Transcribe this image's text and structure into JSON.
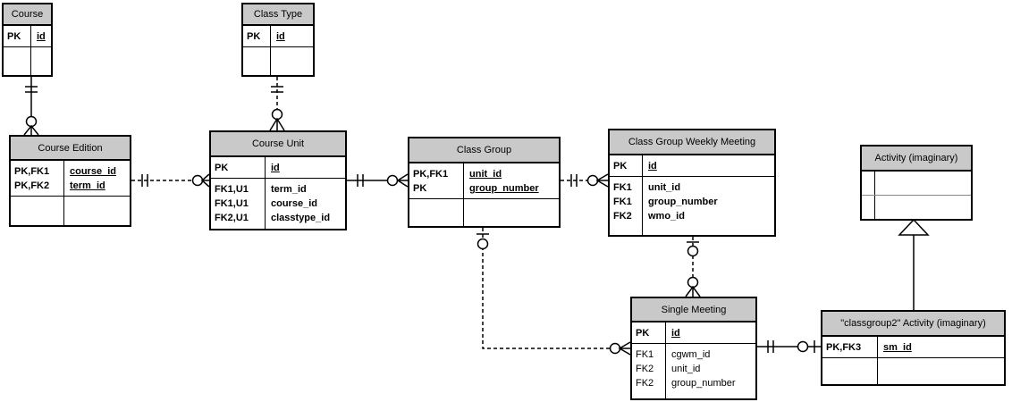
{
  "diagram_type": "entity-relationship-diagram",
  "colors": {
    "entity_header_fill": "#c9c9c9",
    "entity_border": "#000000",
    "connector": "#000000",
    "background": "#ffffff"
  },
  "entities": {
    "course": {
      "title": "Course",
      "sections": [
        [
          {
            "k": "PK",
            "f": "id",
            "b": 1,
            "u": 1
          }
        ],
        [
          {
            "k": "",
            "f": ""
          }
        ]
      ]
    },
    "class_type": {
      "title": "Class Type",
      "sections": [
        [
          {
            "k": "PK",
            "f": "id",
            "b": 1,
            "u": 1
          }
        ],
        [
          {
            "k": "",
            "f": ""
          }
        ]
      ]
    },
    "course_edition": {
      "title": "Course Edition",
      "sections": [
        [
          {
            "k": "PK,FK1",
            "f": "course_id",
            "b": 1,
            "u": 1
          },
          {
            "k": "PK,FK2",
            "f": "term_id",
            "b": 1,
            "u": 1
          }
        ],
        [
          {
            "k": "",
            "f": ""
          }
        ]
      ]
    },
    "course_unit": {
      "title": "Course Unit",
      "sections": [
        [
          {
            "k": "PK",
            "f": "id",
            "b": 1,
            "u": 1
          }
        ],
        [
          {
            "k": "FK1,U1",
            "f": "term_id",
            "b": 1
          },
          {
            "k": "FK1,U1",
            "f": "course_id",
            "b": 1
          },
          {
            "k": "FK2,U1",
            "f": "classtype_id",
            "b": 1
          }
        ]
      ]
    },
    "class_group": {
      "title": "Class Group",
      "sections": [
        [
          {
            "k": "PK,FK1",
            "f": "unit_id",
            "b": 1,
            "u": 1
          },
          {
            "k": "PK",
            "f": "group_number",
            "b": 1,
            "u": 1
          }
        ],
        [
          {
            "k": "",
            "f": ""
          }
        ]
      ]
    },
    "cgwm": {
      "title": "Class Group Weekly Meeting",
      "sections": [
        [
          {
            "k": "PK",
            "f": "id",
            "b": 1,
            "u": 1
          }
        ],
        [
          {
            "k": "FK1",
            "f": "unit_id",
            "b": 1
          },
          {
            "k": "FK1",
            "f": "group_number",
            "b": 1
          },
          {
            "k": "FK2",
            "f": "wmo_id",
            "b": 1
          }
        ]
      ]
    },
    "activity": {
      "title": "Activity (imaginary)",
      "sections": [
        [
          {
            "k": "",
            "f": ""
          }
        ],
        [
          {
            "k": "",
            "f": ""
          }
        ]
      ]
    },
    "single_meeting": {
      "title": "Single Meeting",
      "sections": [
        [
          {
            "k": "PK",
            "f": "id",
            "b": 1,
            "u": 1
          }
        ],
        [
          {
            "k": "FK1",
            "f": "cgwm_id"
          },
          {
            "k": "FK2",
            "f": "unit_id"
          },
          {
            "k": "FK2",
            "f": "group_number"
          }
        ]
      ]
    },
    "classgroup2": {
      "title": "\"classgroup2\" Activity (imaginary)",
      "sections": [
        [
          {
            "k": "PK,FK3",
            "f": "sm_id",
            "b": 1,
            "u": 1
          }
        ],
        [
          {
            "k": "",
            "f": ""
          }
        ]
      ]
    }
  },
  "connectors": [
    {
      "from": "Course",
      "to": "Course Edition",
      "line": "solid",
      "from_end": "exactly-one",
      "to_end": "zero-or-many"
    },
    {
      "from": "Class Type",
      "to": "Course Unit",
      "line": "dashed",
      "from_end": "exactly-one",
      "to_end": "zero-or-many"
    },
    {
      "from": "Course Edition",
      "to": "Course Unit",
      "line": "dashed",
      "from_end": "exactly-one",
      "to_end": "zero-or-many"
    },
    {
      "from": "Course Unit",
      "to": "Class Group",
      "line": "solid",
      "from_end": "exactly-one",
      "to_end": "zero-or-many"
    },
    {
      "from": "Class Group",
      "to": "Class Group Weekly Meeting",
      "line": "dashed",
      "from_end": "exactly-one",
      "to_end": "zero-or-many"
    },
    {
      "from": "Class Group",
      "to": "Single Meeting",
      "line": "dashed",
      "from_end": "zero-or-one",
      "to_end": "zero-or-many"
    },
    {
      "from": "Class Group Weekly Meeting",
      "to": "Single Meeting",
      "line": "dashed",
      "from_end": "zero-or-one",
      "to_end": "zero-or-many"
    },
    {
      "from": "Single Meeting",
      "to": "\"classgroup2\" Activity (imaginary)",
      "line": "solid",
      "from_end": "exactly-one",
      "to_end": "zero-or-one"
    },
    {
      "from": "\"classgroup2\" Activity (imaginary)",
      "to": "Activity (imaginary)",
      "line": "solid",
      "type": "inheritance"
    }
  ]
}
